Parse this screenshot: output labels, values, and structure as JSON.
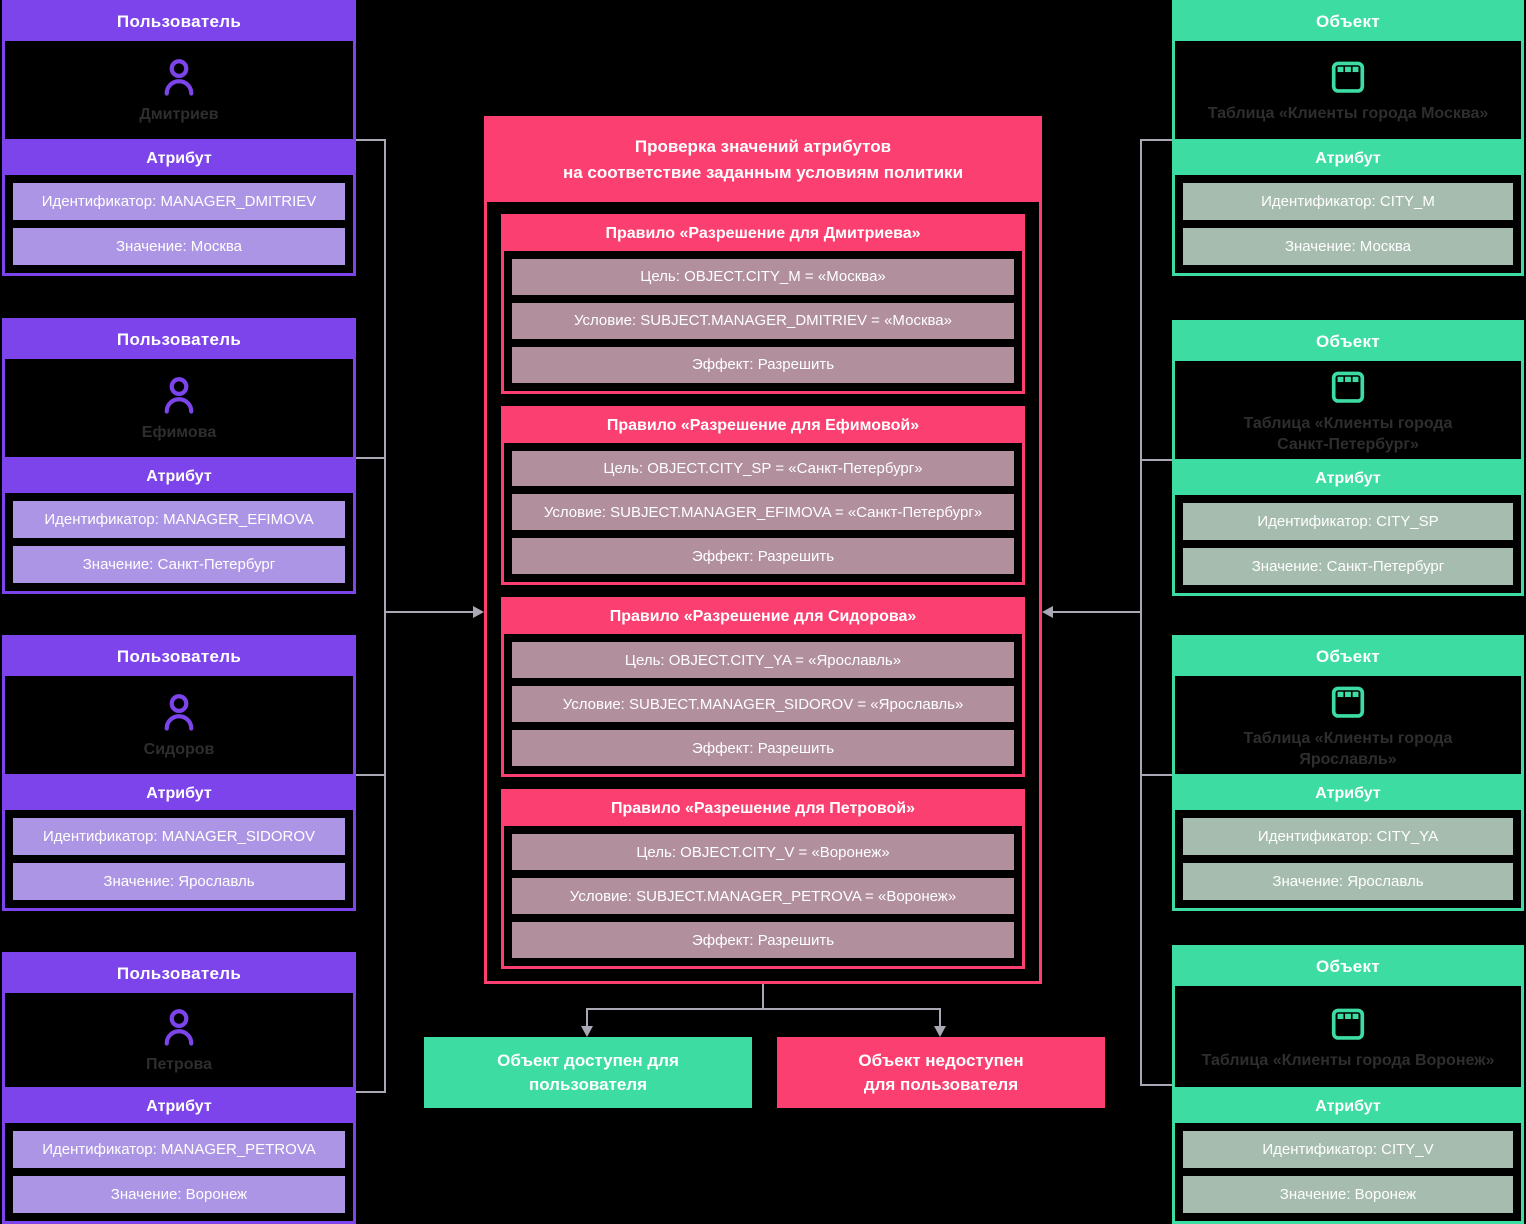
{
  "palette": {
    "purple": "#7C44EA",
    "purple_light": "#AD95E5",
    "green": "#3CDCA3",
    "green_gray": "#A5BCAE",
    "pink": "#FB3F70",
    "mauve": "#B18F9D",
    "connector_gray": "#ABA8B6",
    "figure_text_dark": "#2E2E2E"
  },
  "users": {
    "header": "Пользователь",
    "attribute_label": "Атрибут",
    "items": [
      {
        "name": "Дмитриев",
        "identifier": "Идентификатор: MANAGER_DMITRIEV",
        "value": "Значение: Москва"
      },
      {
        "name": "Ефимова",
        "identifier": "Идентификатор: MANAGER_EFIMOVA",
        "value": "Значение: Санкт-Петербург"
      },
      {
        "name": "Сидоров",
        "identifier": "Идентификатор: MANAGER_SIDOROV",
        "value": "Значение: Ярославль"
      },
      {
        "name": "Петрова",
        "identifier": "Идентификатор: MANAGER_PETROVA",
        "value": "Значение: Воронеж"
      }
    ]
  },
  "objects": {
    "header": "Объект",
    "attribute_label": "Атрибут",
    "items": [
      {
        "name": "Таблица «Клиенты города Москва»",
        "identifier": "Идентификатор: CITY_M",
        "value": "Значение: Москва"
      },
      {
        "name": "Таблица «Клиенты города Санкт-Петербург»",
        "identifier": "Идентификатор: CITY_SP",
        "value": "Значение: Санкт-Петербург"
      },
      {
        "name": "Таблица «Клиенты города Ярославль»",
        "identifier": "Идентификатор: CITY_YA",
        "value": "Значение: Ярославль"
      },
      {
        "name": "Таблица «Клиенты города Воронеж»",
        "identifier": "Идентификатор: CITY_V",
        "value": "Значение: Воронеж"
      }
    ]
  },
  "policy": {
    "title_lines": [
      "Проверка значений атрибутов",
      "на соответствие заданным условиям политики"
    ],
    "rules": [
      {
        "title": "Правило «Разрешение для Дмитриева»",
        "target": "Цель: OBJECT.CITY_M = «Москва»",
        "condition": "Условие: SUBJECT.MANAGER_DMITRIEV = «Москва»",
        "effect": "Эффект: Разрешить"
      },
      {
        "title": "Правило «Разрешение для Ефимовой»",
        "target": "Цель: OBJECT.CITY_SP = «Санкт-Петербург»",
        "condition": "Условие: SUBJECT.MANAGER_EFIMOVA = «Санкт-Петербург»",
        "effect": "Эффект: Разрешить"
      },
      {
        "title": "Правило «Разрешение для Сидорова»",
        "target": "Цель: OBJECT.CITY_YA = «Ярославль»",
        "condition": "Условие: SUBJECT.MANAGER_SIDOROV = «Ярославль»",
        "effect": "Эффект: Разрешить"
      },
      {
        "title": "Правило «Разрешение для Петровой»",
        "target": "Цель: OBJECT.CITY_V = «Воронеж»",
        "condition": "Условие: SUBJECT.MANAGER_PETROVA = «Воронеж»",
        "effect": "Эффект: Разрешить"
      }
    ]
  },
  "outcomes": {
    "allowed_lines": [
      "Объект доступен для",
      "пользователя"
    ],
    "denied_lines": [
      "Объект недоступен",
      "для пользователя"
    ]
  }
}
